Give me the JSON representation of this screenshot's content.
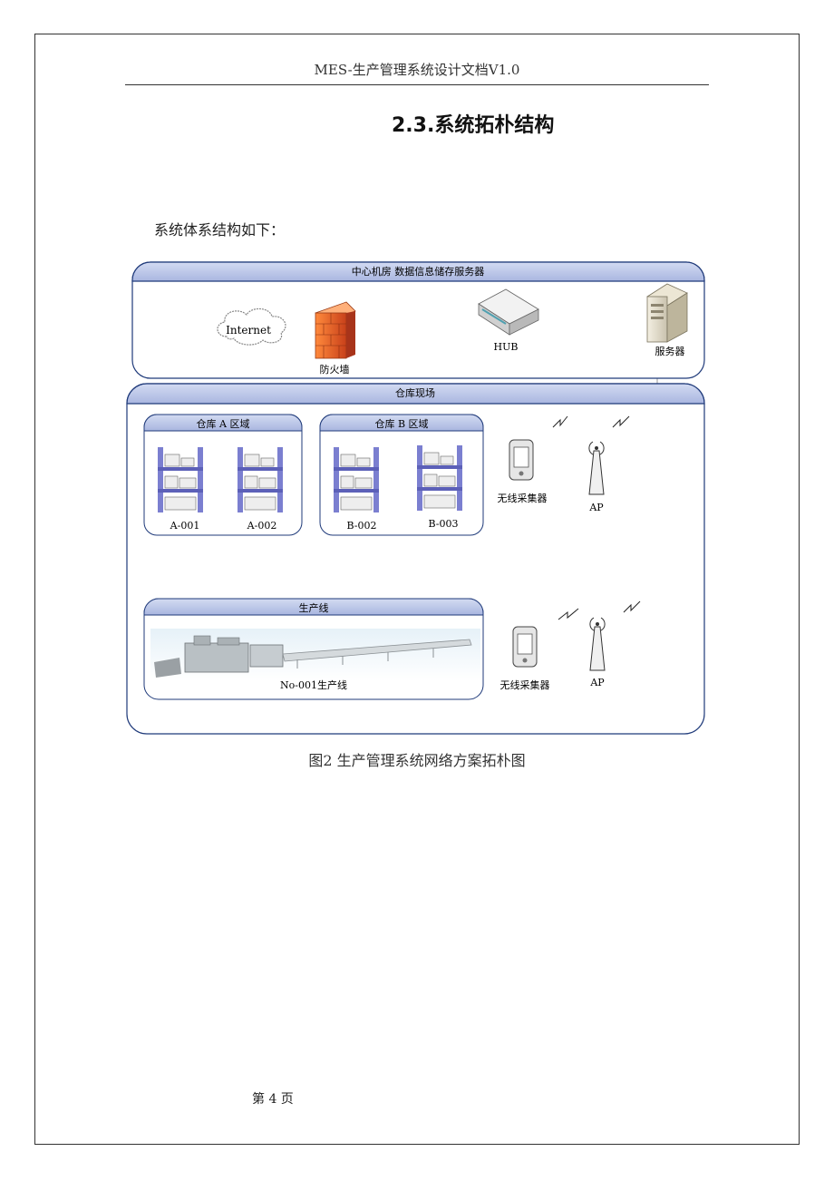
{
  "header": {
    "title": "MES-生产管理系统设计文档V1.0"
  },
  "section": {
    "title": "2.3.系统拓朴结构"
  },
  "intro": "系统体系结构如下：",
  "diagram": {
    "panels": {
      "center": "中心机房 数据信息储存服务器",
      "site": "仓库现场",
      "zone_a": "仓库 A 区域",
      "zone_b": "仓库 B 区域",
      "line": "生产线"
    },
    "nodes": {
      "internet": "Internet",
      "firewall": "防火墙",
      "hub": "HUB",
      "server": "服务器",
      "shelf_a1": "A-001",
      "shelf_a2": "A-002",
      "shelf_b2": "B-002",
      "shelf_b3": "B-003",
      "collector_1": "无线采集器",
      "ap_1": "AP",
      "production_line": "No-001生产线",
      "collector_2": "无线采集器",
      "ap_2": "AP"
    },
    "colors": {
      "panel_header": "#b8c3e6",
      "panel_border": "#1f3a7a",
      "shelf": "#7b7fd0"
    }
  },
  "caption": "图2 生产管理系统网络方案拓朴图",
  "footer": {
    "page": "第 4 页"
  }
}
